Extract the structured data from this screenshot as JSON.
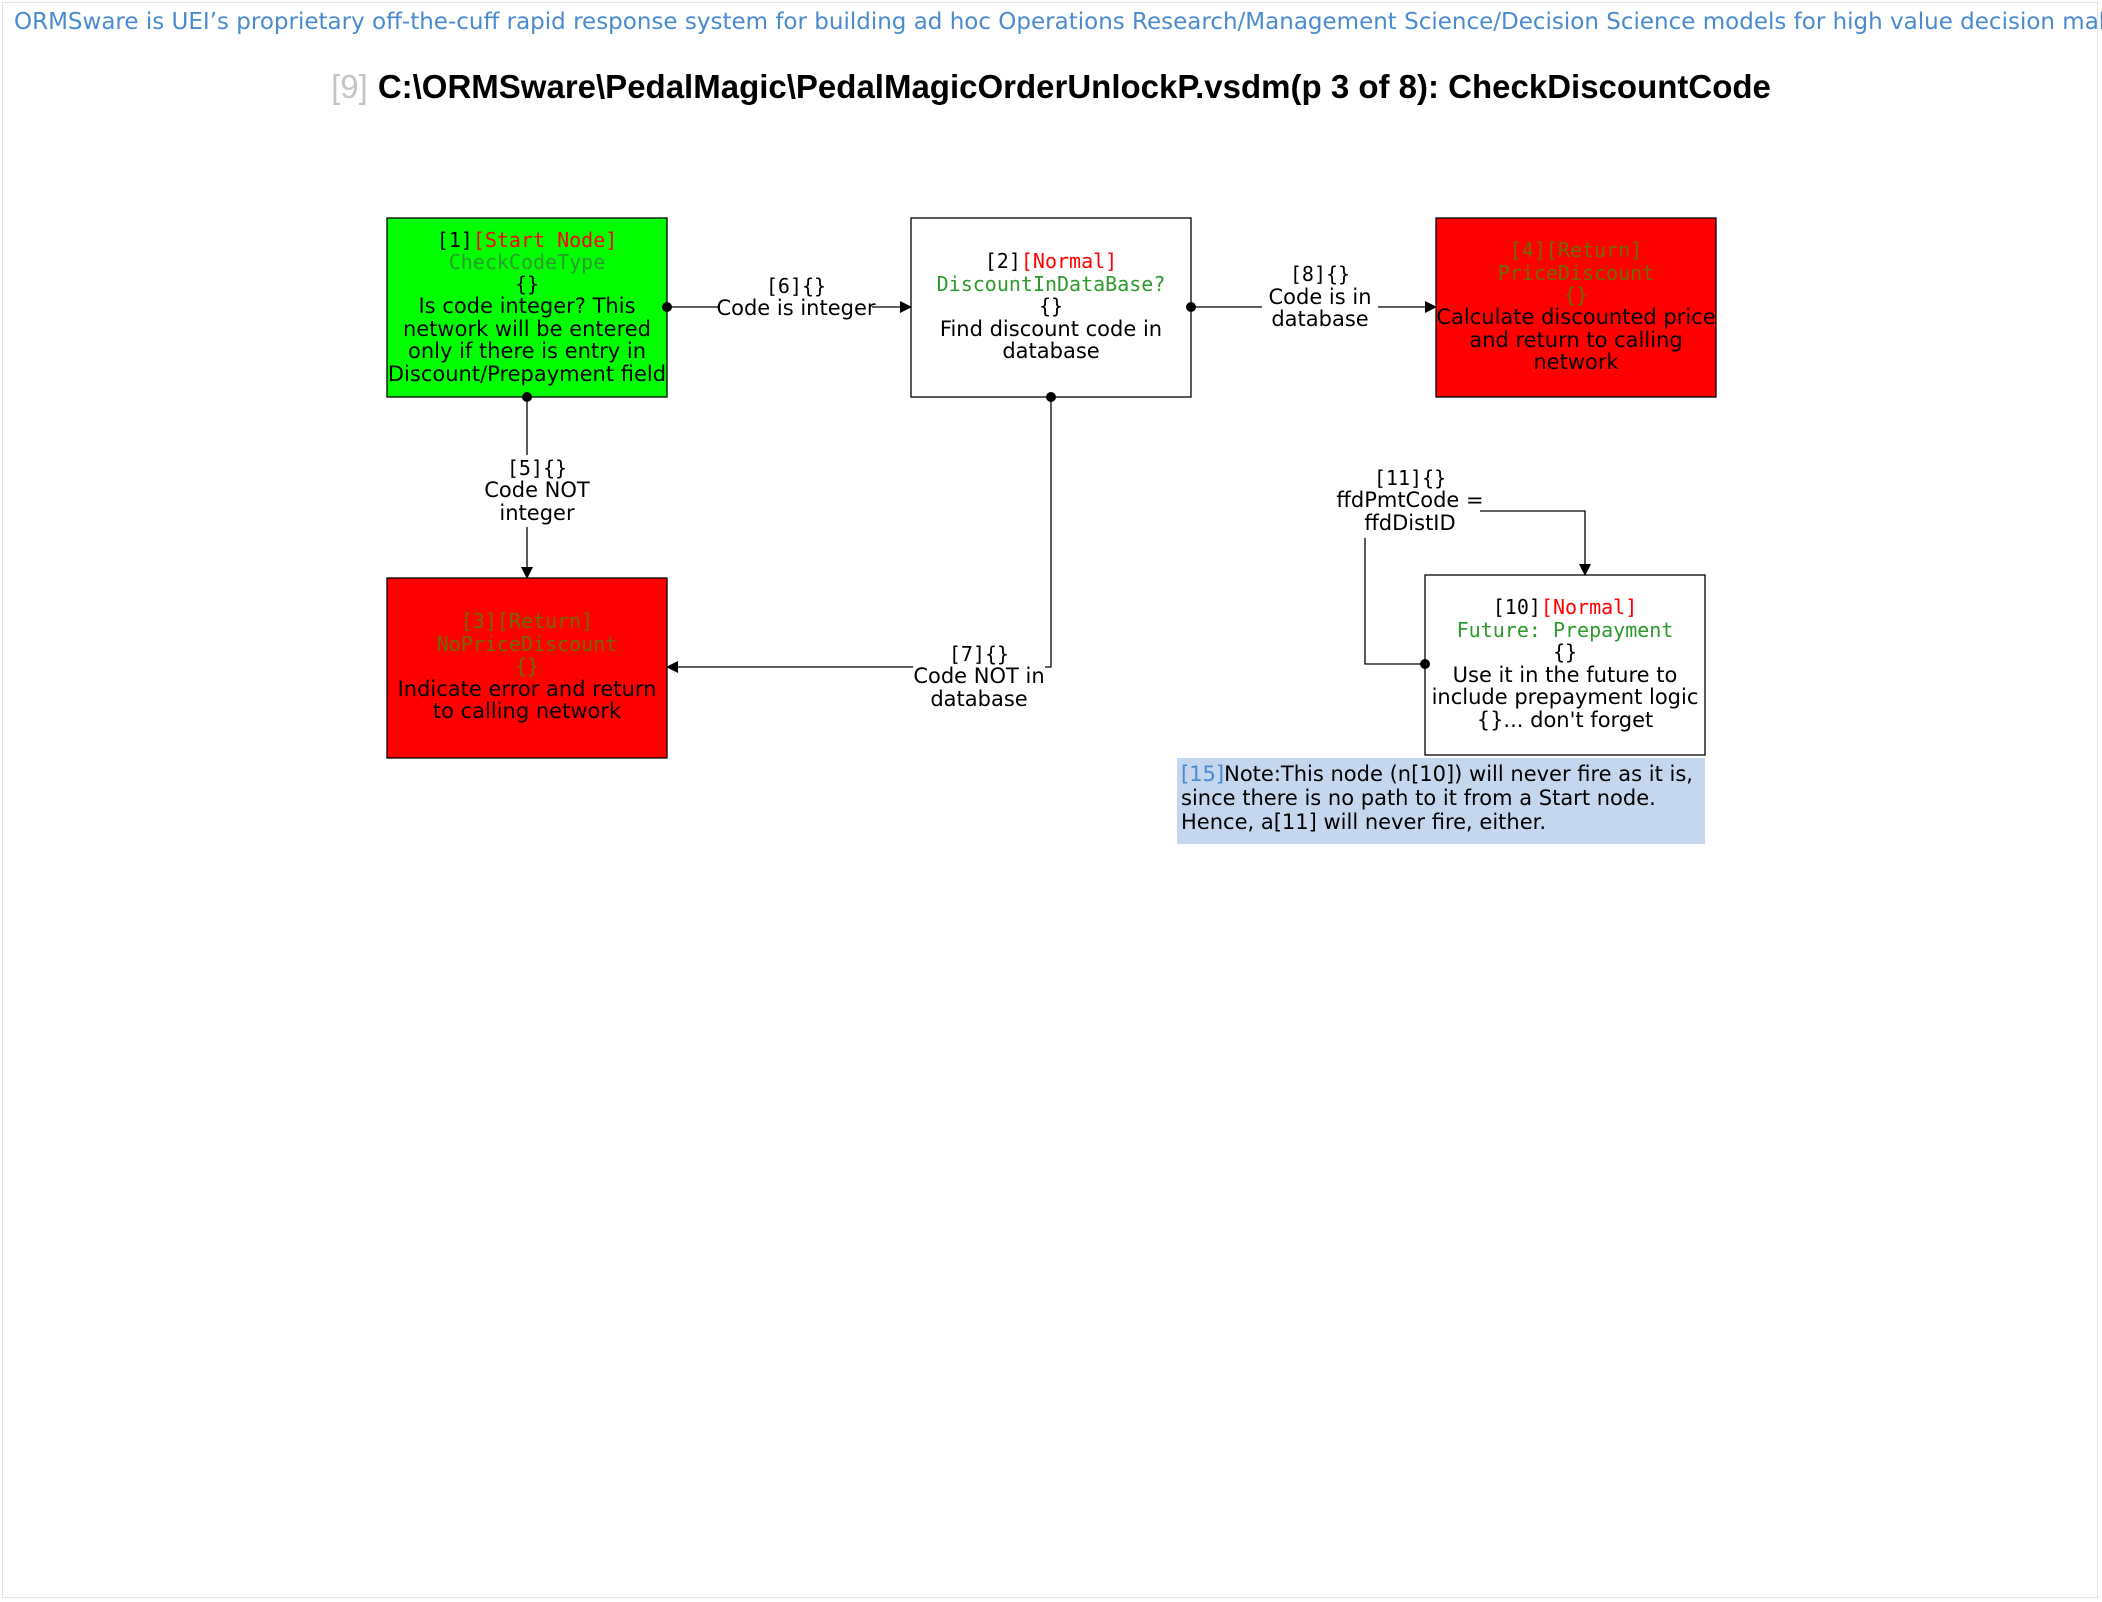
{
  "banner": "ORMSware is UEI’s proprietary off-the-cuff rapid response system for building ad hoc Operations Research/Management Science/Decision Science models for high value decision making",
  "page_title": {
    "id": "[9]",
    "text": "C:\\ORMSware\\PedalMagic\\PedalMagicOrderUnlockP.vsdm(p 3 of 8): CheckDiscountCode"
  },
  "colors": {
    "start": "#00ff00",
    "return": "#ff0000",
    "normal": "#ffffff",
    "type_red": "#ff0000",
    "name_green": "#2e9a2e",
    "name_olive": "#6b6b00",
    "banner_blue": "#4a8bd0",
    "note_bg": "#c5d7ef"
  },
  "nodes": [
    {
      "key": "n1",
      "id": "[1]",
      "type": "[Start Node]",
      "name": "CheckCodeType",
      "braces": "{}",
      "desc": [
        "Is code integer? This",
        "network will be entered",
        "only if there is entry in",
        "Discount/Prepayment field"
      ]
    },
    {
      "key": "n2",
      "id": "[2]",
      "type": "[Normal]",
      "name": "DiscountInDataBase?",
      "braces": "{}",
      "desc": [
        "Find discount code in",
        "database"
      ]
    },
    {
      "key": "n4",
      "id": "[4]",
      "type": "[Return]",
      "name": "PriceDiscount",
      "braces": "{}",
      "desc": [
        "Calculate discounted price",
        "and return to calling",
        "network"
      ]
    },
    {
      "key": "n3",
      "id": "[3]",
      "type": "[Return]",
      "name": "NoPriceDiscount",
      "braces": "{}",
      "desc": [
        "Indicate error and return",
        "to calling network"
      ]
    },
    {
      "key": "n10",
      "id": "[10]",
      "type": "[Normal]",
      "name": "Future: Prepayment",
      "braces": "{}",
      "desc": [
        "Use it in the future to",
        "include prepayment logic",
        "{}... don't forget"
      ]
    }
  ],
  "edges": [
    {
      "key": "e6",
      "id": "[6]{}",
      "label": [
        "Code is integer"
      ]
    },
    {
      "key": "e8",
      "id": "[8]{}",
      "label": [
        "Code is in",
        "database"
      ]
    },
    {
      "key": "e5",
      "id": "[5]{}",
      "label": [
        "Code NOT",
        "integer"
      ]
    },
    {
      "key": "e7",
      "id": "[7]{}",
      "label": [
        "Code NOT in",
        "database"
      ]
    },
    {
      "key": "e11",
      "id": "[11]{}",
      "label": [
        "ffdPmtCode =",
        "ffdDistID"
      ]
    }
  ],
  "note": {
    "id": "[15]",
    "text": "Note:This node (n[10]) will never fire as it is, since there is no path to it from a Start node. Hence, a[11] will never fire, either."
  }
}
